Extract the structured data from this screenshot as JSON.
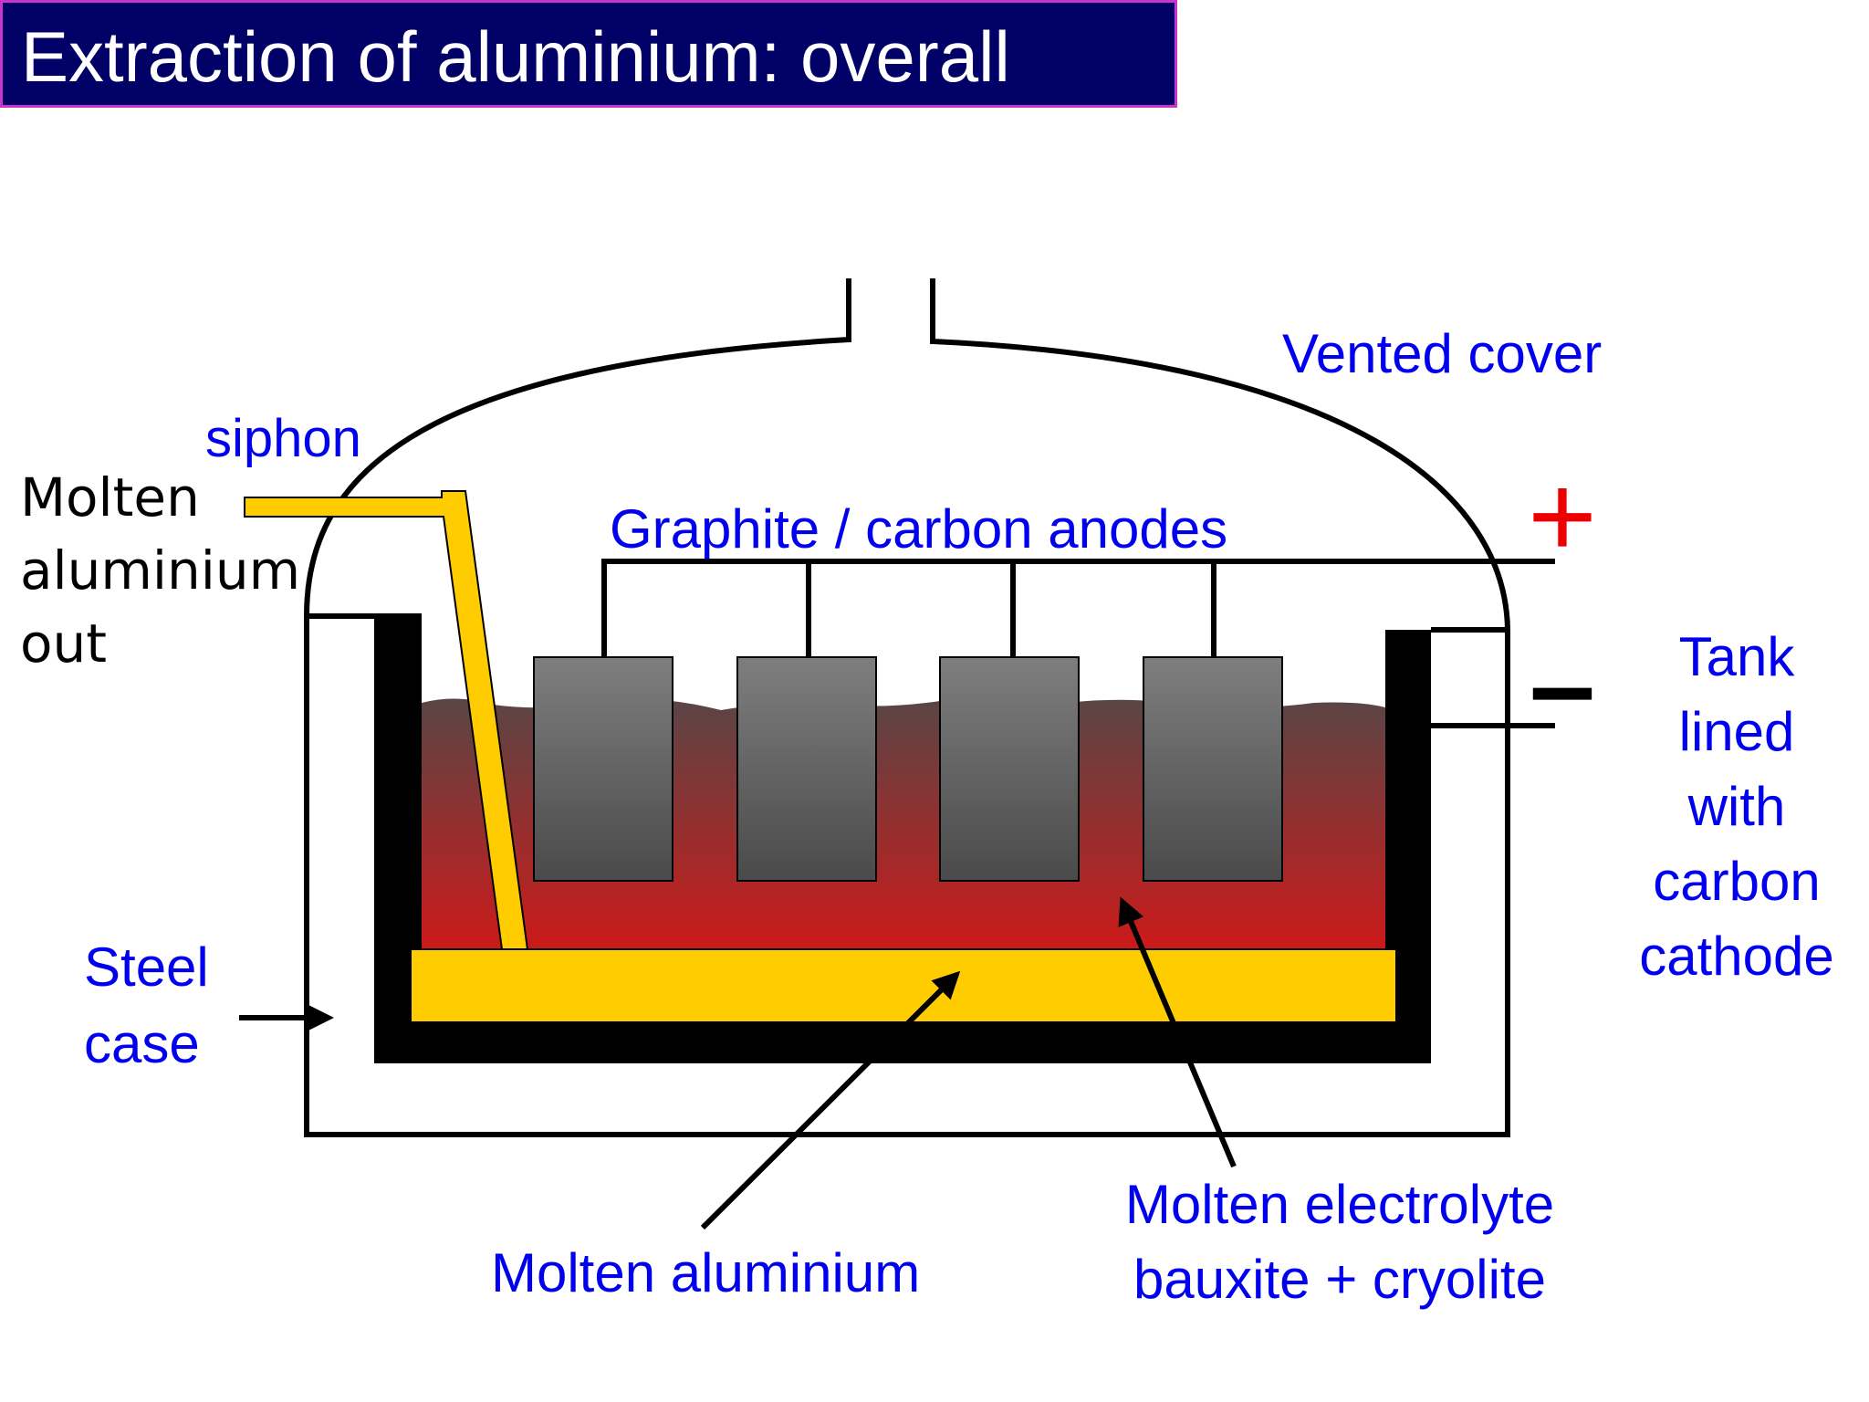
{
  "title": "Extraction of aluminium: overall",
  "labels": {
    "vented_cover": "Vented cover",
    "siphon": "siphon",
    "molten_out": [
      "Molten",
      "aluminium",
      "out"
    ],
    "anodes": "Graphite / carbon anodes",
    "plus": "+",
    "minus": "–",
    "tank": [
      "Tank",
      "lined",
      "with",
      "carbon",
      "cathode"
    ],
    "steel_case": [
      "Steel",
      "case"
    ],
    "molten_aluminium": "Molten aluminium",
    "electrolyte": [
      "Molten electrolyte",
      "bauxite + cryolite"
    ]
  },
  "colors": {
    "title_bg": "#000066",
    "title_border": "#cc33cc",
    "label": "#0000ee",
    "plus": "#ee0000",
    "molten_aluminium": "#ffcc00",
    "electrolyte_top": "#5a4545",
    "electrolyte_bottom": "#cc1a1a",
    "anode_top": "#7a7a7a",
    "anode_bottom": "#4a4a4a"
  }
}
